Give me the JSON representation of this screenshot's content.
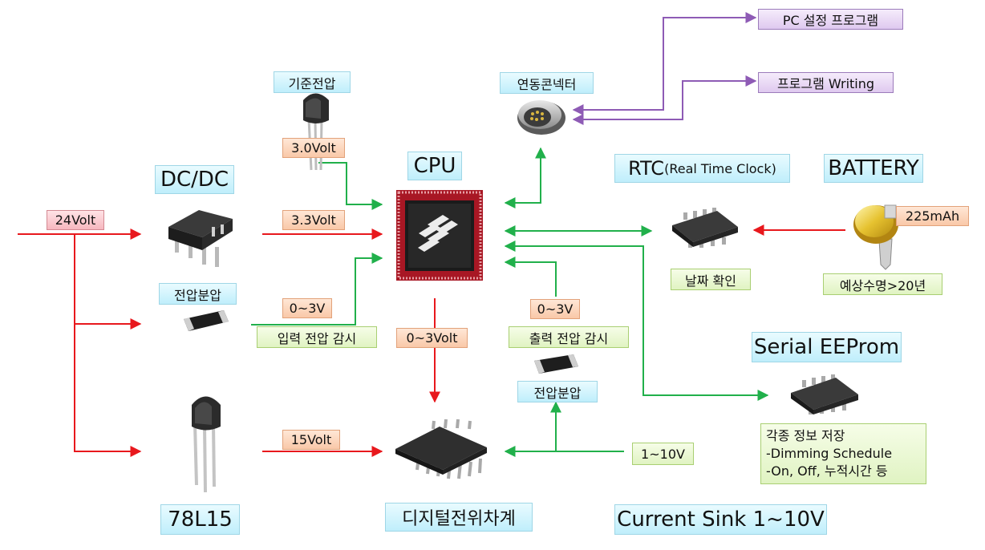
{
  "labels": {
    "dcdc": "DC/DC",
    "v78l15": "78L15",
    "cpu": "CPU",
    "rtc_main": "RTC",
    "rtc_sub": "(Real Time Clock)",
    "battery": "BATTERY",
    "serial_eeprom": "Serial EEProm",
    "current_sink": "Current Sink 1~10V",
    "digital_pot": "디지털전위차계",
    "ref_voltage": "기준전압",
    "divider_left": "전압분압",
    "divider_right": "전압분압",
    "connector": "연동콘넥터",
    "pc_program": "PC 설정 프로그램",
    "program_writing": "프로그램 Writing",
    "v24": "24Volt",
    "v3_0": "3.0Volt",
    "v3_3": "3.3Volt",
    "v0_3_left": "0~3V",
    "v0_3_out": "0~3Volt",
    "v0_3_right": "0~3V",
    "v15": "15Volt",
    "cap_225": "225mAh",
    "v1_10": "1~10V",
    "input_monitor": "입력 전압 감시",
    "output_monitor": "출력 전압 감시",
    "date_check": "날짜 확인",
    "life_expect": "예상수명>20년",
    "eeprom_desc": [
      "각종 정보 저장",
      "-Dimming Schedule",
      "-On, Off, 누적시간 등"
    ]
  },
  "colors": {
    "red_arrow": "#e8181d",
    "green_arrow": "#21b04b",
    "purple_arrow": "#8e5bb5"
  },
  "icons": [
    "dip-8-chip-icon",
    "to92-transistor-icon",
    "smd-resistor-icon",
    "qfp-cpu-chip-icon",
    "soic-chip-icon",
    "tssop-chip-icon",
    "coin-battery-icon",
    "round-connector-icon"
  ]
}
